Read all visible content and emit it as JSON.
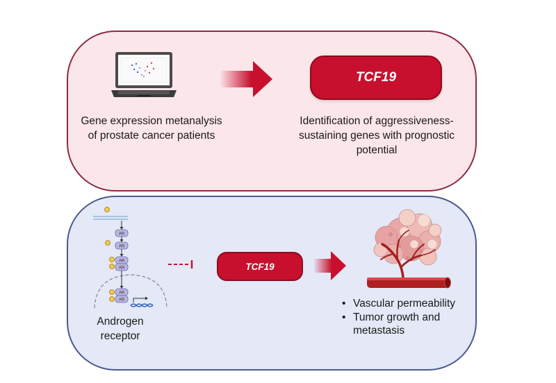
{
  "top_panel": {
    "left_caption": "Gene expression metanalysis of prostate cancer patients",
    "gene_label": "TCF19",
    "right_caption": "Identification of aggressiveness-sustaining genes with prognostic potential",
    "colors": {
      "fill": "#fbe6ea",
      "border": "#8b2b44"
    }
  },
  "bottom_panel": {
    "receptor_label": "AR",
    "left_caption": "Androgen receptor",
    "gene_label": "TCF19",
    "effects": [
      "Vascular permeability",
      "Tumor growth and metastasis"
    ],
    "colors": {
      "fill": "#e4e8f7",
      "border": "#4a5a8a"
    }
  },
  "icons": {
    "laptop": "laptop-icon",
    "arrow": "right-arrow-icon",
    "pathway": "androgen-receptor-pathway-icon",
    "inhibition": "inhibition-icon",
    "tumor": "tumor-vessel-icon"
  },
  "colors": {
    "gene_pill": "#c8102e",
    "arrow": "#c8102e",
    "ligand": "#f2c94c",
    "receptor": "#a9a6d6"
  }
}
